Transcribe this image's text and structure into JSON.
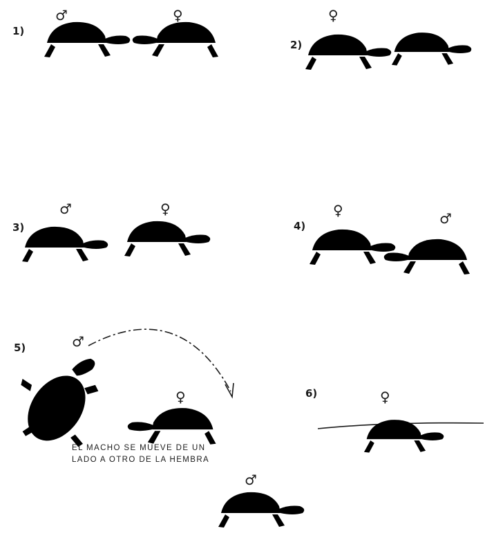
{
  "panels": [
    {
      "number": "1)",
      "sexes": [
        "♂",
        "♀"
      ]
    },
    {
      "number": "2)",
      "sexes": [
        "♀"
      ]
    },
    {
      "number": "3)",
      "sexes": [
        "♂",
        "♀"
      ]
    },
    {
      "number": "4)",
      "sexes": [
        "♀",
        "♂"
      ]
    },
    {
      "number": "5)",
      "sexes": [
        "♂",
        "♀"
      ],
      "caption_line1": "EL MACHO SE MUEVE DE UN",
      "caption_line2": "LADO A OTRO DE LA HEMBRA"
    },
    {
      "number": "6)",
      "sexes": [
        "♀",
        "♂"
      ]
    }
  ],
  "colors": {
    "ink": "#1a1a1a",
    "paper": "#ffffff"
  }
}
